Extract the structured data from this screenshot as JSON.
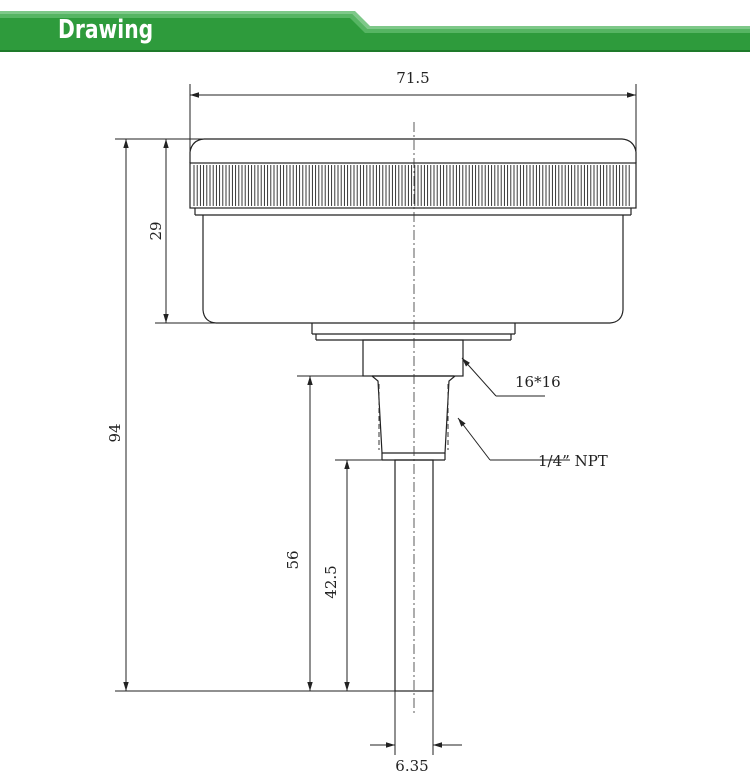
{
  "header": {
    "title": "Drawing",
    "colors": {
      "band": "#2e9b3c",
      "band_dark": "#1e7a2a",
      "stripe": "#7ec889"
    }
  },
  "dimensions": {
    "overall_width": "71.5",
    "case_depth": "29",
    "overall_height": "94",
    "stem_length": "56",
    "insertion_length": "42.5",
    "stem_diameter": "6.35",
    "hex_size": "16*16",
    "thread": "1/4” NPT"
  }
}
